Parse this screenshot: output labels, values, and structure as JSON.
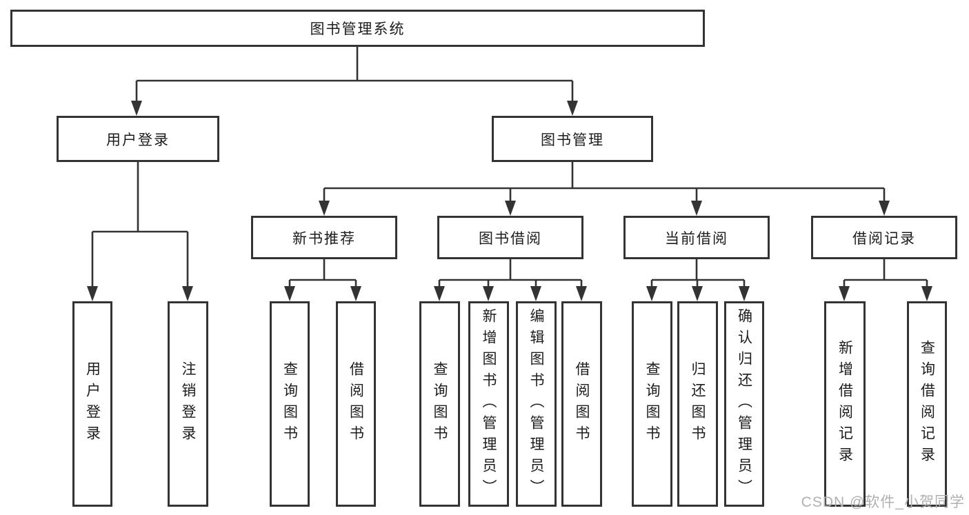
{
  "tree": {
    "root": {
      "label": "图书管理系统"
    },
    "level2": [
      {
        "label": "用户登录"
      },
      {
        "label": "图书管理"
      }
    ],
    "login_children": [
      {
        "label": "用户登录"
      },
      {
        "label": "注销登录"
      }
    ],
    "management_children": [
      {
        "label": "新书推荐",
        "children": [
          {
            "label": "查询图书"
          },
          {
            "label": "借阅图书"
          }
        ]
      },
      {
        "label": "图书借阅",
        "children": [
          {
            "label": "查询图书"
          },
          {
            "label": "新增图书（管理员）"
          },
          {
            "label": "编辑图书（管理员）"
          },
          {
            "label": "借阅图书"
          }
        ]
      },
      {
        "label": "当前借阅",
        "children": [
          {
            "label": "查询图书"
          },
          {
            "label": "归还图书"
          },
          {
            "label": "确认归还（管理员）"
          }
        ]
      },
      {
        "label": "借阅记录",
        "children": [
          {
            "label": "新增借阅记录"
          },
          {
            "label": "查询借阅记录"
          }
        ]
      }
    ]
  },
  "watermark": {
    "text": "CSDN @软件_小贺同学"
  },
  "colors": {
    "line": "#333333",
    "box_fill": "#ffffff",
    "text": "#1c1c1c",
    "watermark": "#b0b0b0",
    "background": "#ffffff"
  }
}
